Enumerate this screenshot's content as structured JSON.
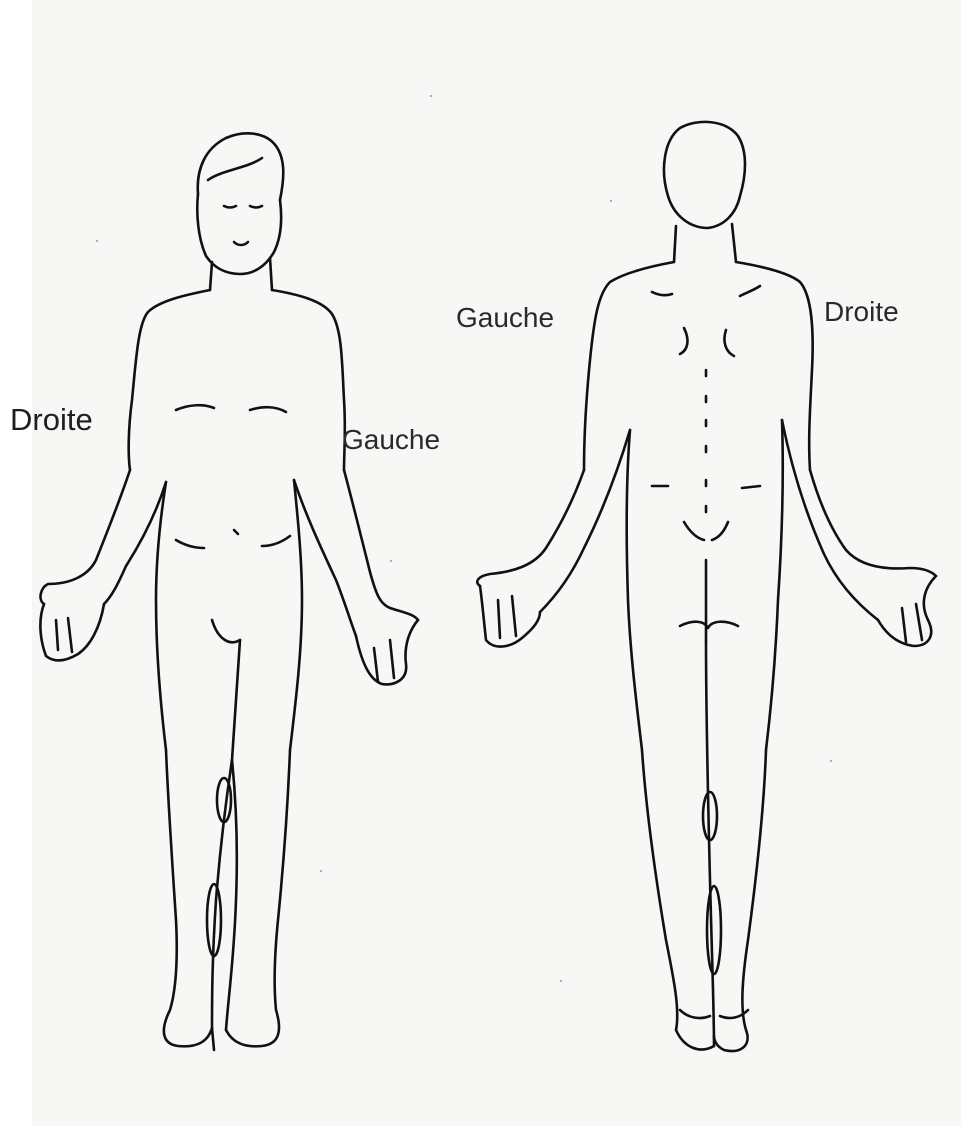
{
  "sheet": {
    "background": "#f7f7f5",
    "ink": "#111111"
  },
  "front_view": {
    "label_right_side": "Droite",
    "label_left_side": "Gauche"
  },
  "back_view": {
    "label_left_side": "Gauche",
    "label_right_side": "Droite"
  }
}
